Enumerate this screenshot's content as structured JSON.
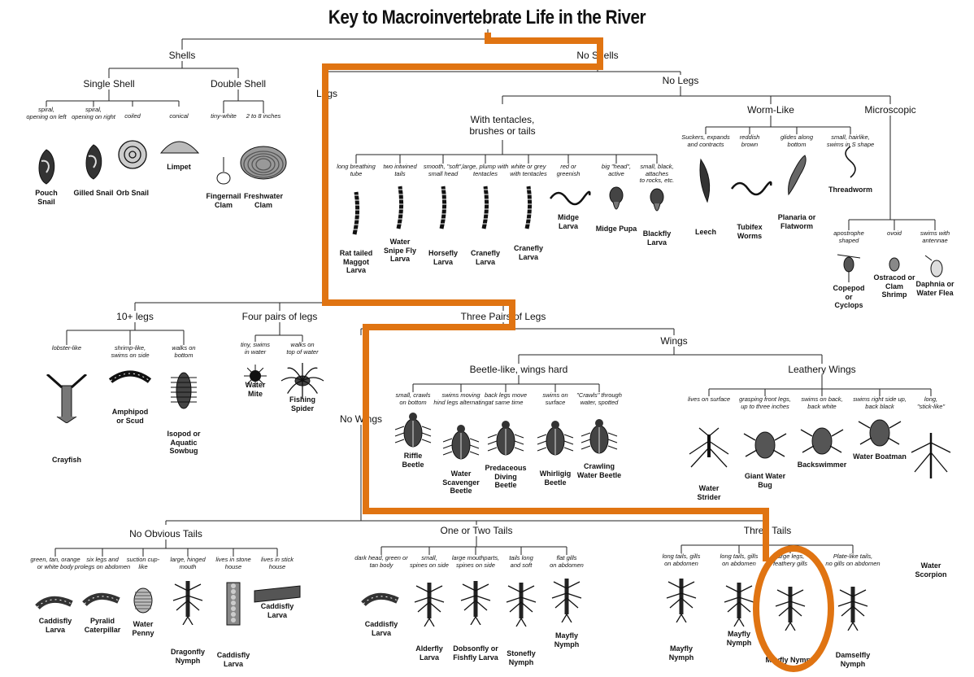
{
  "title": "Key to Macroinvertebrate Life in the River",
  "categories": {
    "shells": "Shells",
    "no_shells": "No Shells",
    "single_shell": "Single Shell",
    "double_shell": "Double Shell",
    "legs": "Legs",
    "no_legs": "No Legs",
    "with_tentacles": "With tentacles,\nbrushes or tails",
    "worm_like": "Worm-Like",
    "microscopic": "Microscopic",
    "ten_plus_legs": "10+ legs",
    "four_pairs": "Four pairs of legs",
    "three_pairs": "Three Pairs of Legs",
    "wings": "Wings",
    "beetle_like": "Beetle-like, wings hard",
    "leathery_wings": "Leathery Wings",
    "no_wings": "No Wings",
    "no_obvious_tails": "No Obvious Tails",
    "one_or_two_tails": "One or Two Tails",
    "three_tails": "Three Tails"
  },
  "organisms": [
    {
      "name": "Pouch\nSnail",
      "desc": "spiral,\nopening on left",
      "icon": "snail-left-icon"
    },
    {
      "name": "Gilled Snail",
      "desc": "spiral,\nopening on right",
      "icon": "snail-right-icon"
    },
    {
      "name": "Orb Snail",
      "desc": "coiled",
      "icon": "orb-snail-icon"
    },
    {
      "name": "Limpet",
      "desc": "conical",
      "icon": "limpet-icon"
    },
    {
      "name": "Fingernail\nClam",
      "desc": "tiny-white",
      "icon": "small-clam-icon"
    },
    {
      "name": "Freshwater\nClam",
      "desc": "2 to 8 inches",
      "icon": "clam-icon"
    },
    {
      "name": "Rat tailed\nMaggot\nLarva",
      "desc": "long breathing\ntube",
      "icon": "larva-icon"
    },
    {
      "name": "Water\nSnipe Fly\nLarva",
      "desc": "two intwined\ntails",
      "icon": "larva-icon"
    },
    {
      "name": "Horsefly\nLarva",
      "desc": "smooth, \"soft\",\nsmall head",
      "icon": "larva-icon"
    },
    {
      "name": "Cranefly\nLarva",
      "desc": "large, plump with\ntentacles",
      "icon": "larva-icon"
    },
    {
      "name": "Cranefly\nLarva",
      "desc": "white or grey\nwith tentacles",
      "icon": "larva-icon"
    },
    {
      "name": "Midge\nLarva",
      "desc": "red or\ngreenish",
      "icon": "worm-icon"
    },
    {
      "name": "Midge Pupa",
      "desc": "big \"head\",\nactive",
      "icon": "pupa-icon"
    },
    {
      "name": "Blackfly\nLarva",
      "desc": "small, black, attaches\nto rocks, etc.",
      "icon": "pupa-icon"
    },
    {
      "name": "Leech",
      "desc": "Suckers, expands\nand contracts",
      "icon": "leech-icon"
    },
    {
      "name": "Tubifex\nWorms",
      "desc": "reddish\nbrown",
      "icon": "worm-icon"
    },
    {
      "name": "Planaria or\nFlatworm",
      "desc": "glides along\nbottom",
      "icon": "flatworm-icon"
    },
    {
      "name": "Threadworm",
      "desc": "small, hairlike,\nswims in S shape",
      "icon": "threadworm-icon"
    },
    {
      "name": "Copepod\nor\nCyclops",
      "desc": "apostrophe\nshaped",
      "icon": "copepod-icon"
    },
    {
      "name": "Ostracod or\nClam\nShrimp",
      "desc": "ovoid",
      "icon": "ostracod-icon"
    },
    {
      "name": "Daphnia or\nWater Flea",
      "desc": "swims with\nantennae",
      "icon": "daphnia-icon"
    },
    {
      "name": "Crayfish",
      "desc": "lobster-like",
      "icon": "crayfish-icon"
    },
    {
      "name": "Amphipod\nor Scud",
      "desc": "shrimp-like,\nswims on side",
      "icon": "scud-icon"
    },
    {
      "name": "Isopod or\nAquatic\nSowbug",
      "desc": "walks on\nbottom",
      "icon": "sowbug-icon"
    },
    {
      "name": "Water\nMite",
      "desc": "tiny, swims\nin water",
      "icon": "mite-icon"
    },
    {
      "name": "Fishing\nSpider",
      "desc": "walks on\ntop of water",
      "icon": "spider-icon"
    },
    {
      "name": "Riffle\nBeetle",
      "desc": "small, crawls\non bottom",
      "icon": "beetle-icon"
    },
    {
      "name": "Water\nScavenger\nBeetle",
      "desc": "swims moving\nhind legs alternating",
      "icon": "beetle-icon"
    },
    {
      "name": "Predaceous\nDiving\nBeetle",
      "desc": "back legs move\nat same time",
      "icon": "beetle-icon"
    },
    {
      "name": "Whirligig\nBeetle",
      "desc": "swims on\nsurface",
      "icon": "beetle-icon"
    },
    {
      "name": "Crawling\nWater Beetle",
      "desc": "\"Crawls\" through\nwater, spotted",
      "icon": "beetle-icon"
    },
    {
      "name": "Water\nStrider",
      "desc": "lives on surface",
      "icon": "strider-icon"
    },
    {
      "name": "Giant Water\nBug",
      "desc": "grasping front legs,\nup to three inches",
      "icon": "waterbug-icon"
    },
    {
      "name": "Backswimmer",
      "desc": "swims on back,\nback white",
      "icon": "bug-icon"
    },
    {
      "name": "Water Boatman",
      "desc": "swims right side up,\nback black",
      "icon": "bug-icon"
    },
    {
      "name": "Water\nScorpion",
      "desc": "long,\n\"stick-like\"",
      "icon": "scorpion-icon"
    },
    {
      "name": "Caddisfly\nLarva",
      "desc": "green, tan, orange\nor white body",
      "icon": "caddis-icon"
    },
    {
      "name": "Pyralid\nCaterpillar",
      "desc": "six legs and\nprolegs on abdomen",
      "icon": "caterpillar-icon"
    },
    {
      "name": "Water\nPenny",
      "desc": "suction cup-\nlike",
      "icon": "penny-icon"
    },
    {
      "name": "Dragonfly\nNymph",
      "desc": "large, hinged\nmouth",
      "icon": "nymph-icon"
    },
    {
      "name": "Caddisfly\nLarva",
      "desc": "lives in stone\nhouse",
      "icon": "case-icon"
    },
    {
      "name": "Caddisfly\nLarva",
      "desc": "lives in stick\nhouse",
      "icon": "stick-case-icon"
    },
    {
      "name": "Caddisfly\nLarva",
      "desc": "dark head, green or\ntan body",
      "icon": "caddis-icon"
    },
    {
      "name": "Alderfly\nLarva",
      "desc": "small,\nspines on side",
      "icon": "nymph-icon"
    },
    {
      "name": "Dobsonfly or\nFishfly Larva",
      "desc": "large mouthparts,\nspines on side",
      "icon": "nymph-icon"
    },
    {
      "name": "Stonefly\nNymph",
      "desc": "tails long\nand soft",
      "icon": "nymph-icon"
    },
    {
      "name": "Mayfly\nNymph",
      "desc": "flat gills\non abdomen",
      "icon": "nymph-icon"
    },
    {
      "name": "Mayfly\nNymph",
      "desc": "long tails, gills\non abdomen",
      "icon": "nymph-icon"
    },
    {
      "name": "Mayfly\nNymph",
      "desc": "long tails, gills\non abdomen",
      "icon": "nymph-icon"
    },
    {
      "name": "Mayfly Nymph",
      "desc": "large legs,\nfeathery gills",
      "icon": "nymph-icon"
    },
    {
      "name": "Damselfly\nNymph",
      "desc": "Plate-like tails,\nno gills on abdomen",
      "icon": "nymph-icon"
    }
  ],
  "overlay": {
    "color": "#e07412",
    "target": "Mayfly Nymph"
  }
}
